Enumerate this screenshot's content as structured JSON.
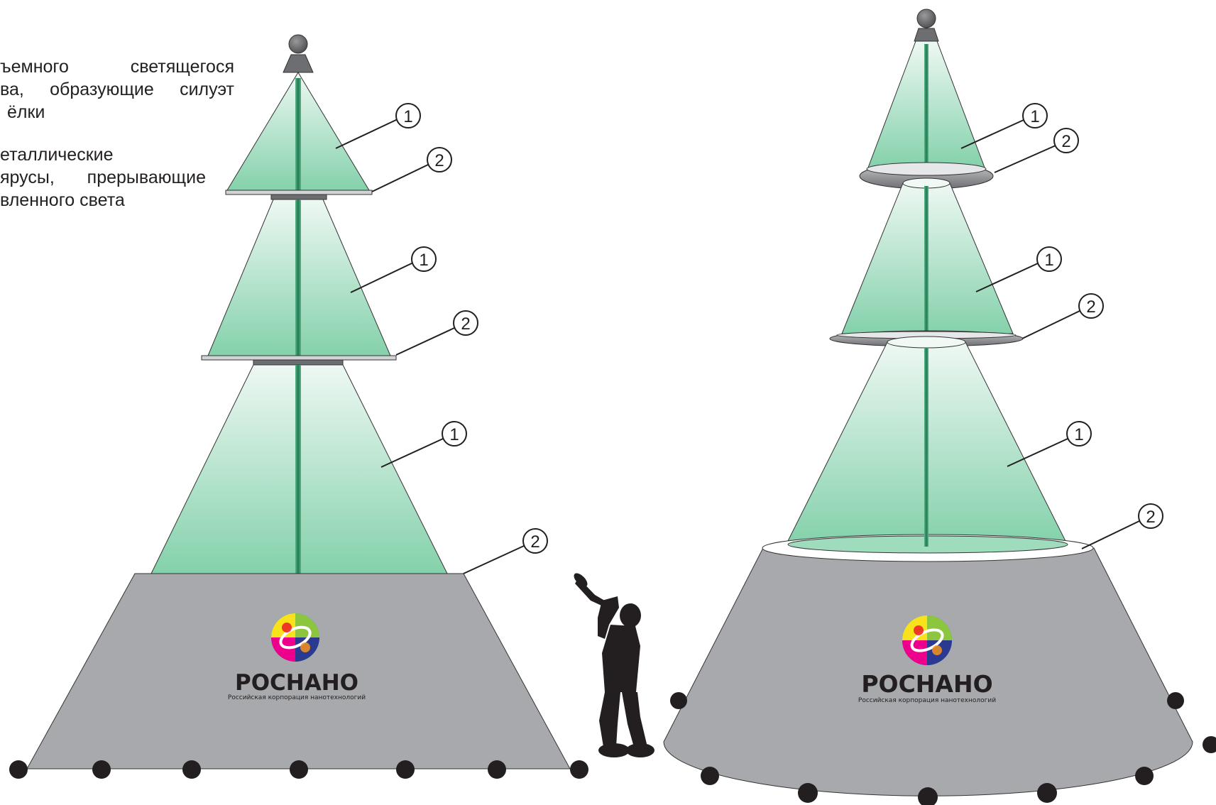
{
  "legend": {
    "line1": "ъемного  светящегося",
    "line2": "ва,  образующие  силуэт",
    "line3": "ёлки",
    "line4": "еталлические",
    "line5": "ярусы,  прерывающие",
    "line6": "вленного  света"
  },
  "callouts": {
    "one": "1",
    "two": "2"
  },
  "logo": {
    "brand": "РОСНАНО",
    "tagline": "Российская корпорация нанотехнологий"
  },
  "colors": {
    "glow_top": "#e8f6ef",
    "glow_bottom": "#86d3ad",
    "base_gray": "#a7a9ac",
    "tier_metal": "#808285",
    "light_ball": "#231f20"
  }
}
